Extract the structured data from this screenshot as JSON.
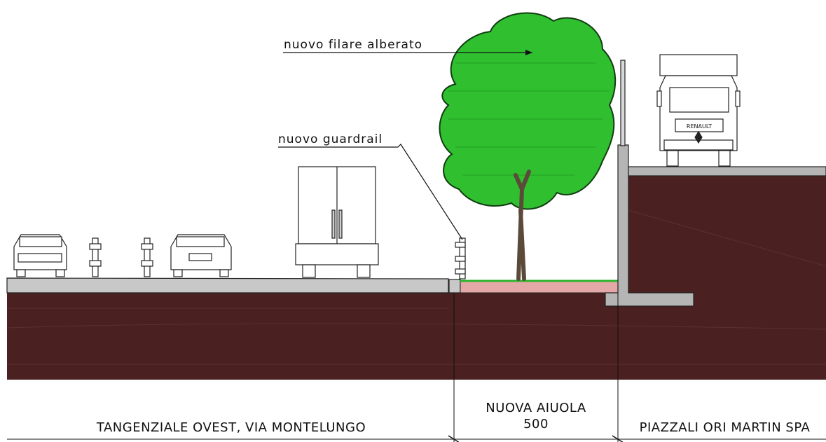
{
  "annotations": {
    "tree_label": "nuovo filare alberato",
    "guardrail_label": "nuovo guardrail"
  },
  "sections": {
    "left": "TANGENZIALE OVEST, VIA MONTELUNGO",
    "middle_title": "NUOVA AIUOLA",
    "middle_width": "500",
    "right": "PIAZZALI ORI MARTIN SPA"
  },
  "truck_brand": "RENAULT",
  "colors": {
    "soil": "#4a2020",
    "road": "#c8c8c8",
    "concrete": "#b5b5b5",
    "planter": "#e4a8a8",
    "grass": "#2cb52c",
    "tree_foliage": "#2fbf2f",
    "trunk": "#5b4a3a"
  }
}
